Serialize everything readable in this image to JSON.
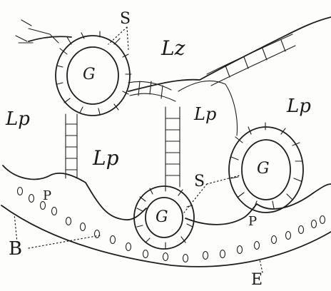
{
  "labels": {
    "s_top": "S",
    "s_mid": "S",
    "lz": "Lz",
    "g_top": "G",
    "g_right": "G",
    "g_bottom": "G",
    "lp_left": "Lp",
    "lp_center": "Lp",
    "lp_mid": "Lp",
    "lp_right": "Lp",
    "p_left": "P",
    "p_right": "P",
    "b": "B",
    "e": "E"
  }
}
